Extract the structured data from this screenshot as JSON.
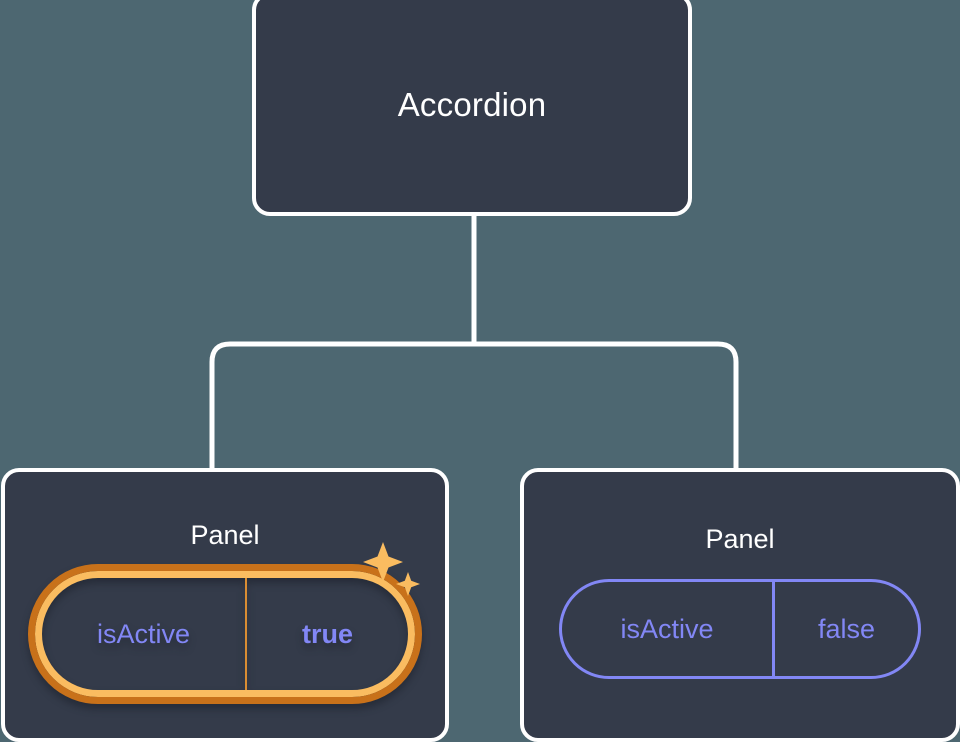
{
  "theme": {
    "canvas_bg": "#4d6771",
    "node_bg": "#343b4a",
    "node_border": "#ffffff",
    "edge_color": "#ffffff",
    "prop_text": "#8287f5",
    "prop_border": "#8287f5",
    "highlight_outer": "#c8711a",
    "highlight_inner": "#fabc60",
    "sparkle_color": "#fabc60",
    "title_text": "#ffffff"
  },
  "tree": {
    "root": {
      "title": "Accordion"
    },
    "children": [
      {
        "title": "Panel",
        "prop": {
          "key": "isActive",
          "value": "true"
        },
        "highlighted": true,
        "sparkle": "sparkles-icon"
      },
      {
        "title": "Panel",
        "prop": {
          "key": "isActive",
          "value": "false"
        },
        "highlighted": false
      }
    ]
  }
}
